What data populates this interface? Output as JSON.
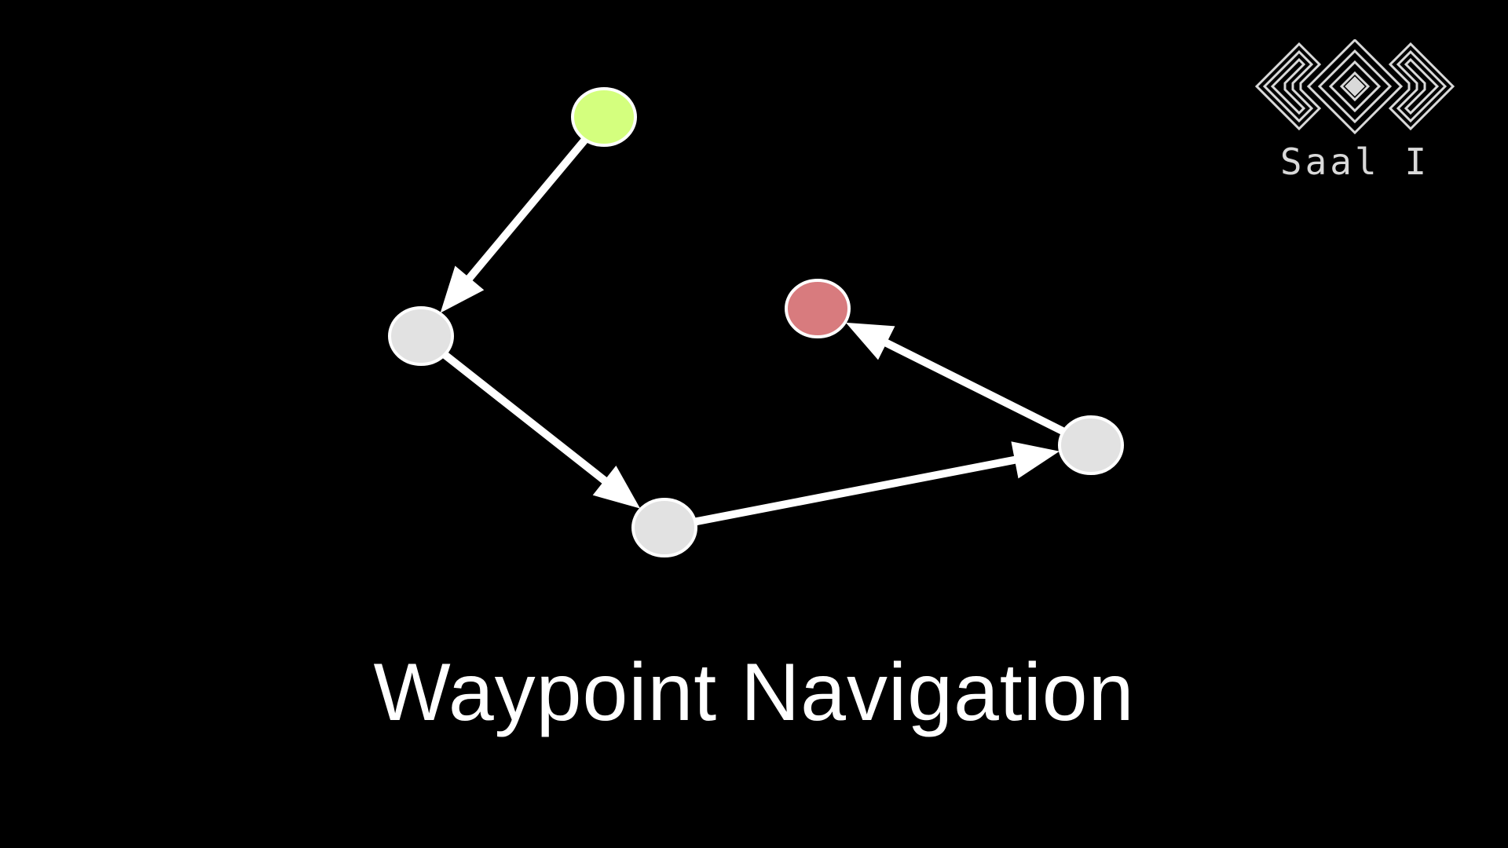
{
  "slide": {
    "title": "Waypoint Navigation",
    "background_color": "#000000"
  },
  "logo": {
    "text": "Saal I",
    "icon": "conference-logo-icon",
    "color": "#d9d9d9"
  },
  "diagram": {
    "node_colors": {
      "start": "#d4ff7e",
      "end": "#d87b7e",
      "waypoint": "#e2e2e2",
      "outline": "#ffffff"
    },
    "arrow_color": "#ffffff",
    "nodes": [
      {
        "id": "start",
        "role": "start"
      },
      {
        "id": "wp1",
        "role": "waypoint"
      },
      {
        "id": "wp2",
        "role": "waypoint"
      },
      {
        "id": "wp3",
        "role": "waypoint"
      },
      {
        "id": "goal",
        "role": "end"
      }
    ],
    "edges": [
      {
        "from": "start",
        "to": "wp1"
      },
      {
        "from": "wp1",
        "to": "wp2"
      },
      {
        "from": "wp2",
        "to": "wp3"
      },
      {
        "from": "wp3",
        "to": "goal"
      }
    ]
  }
}
